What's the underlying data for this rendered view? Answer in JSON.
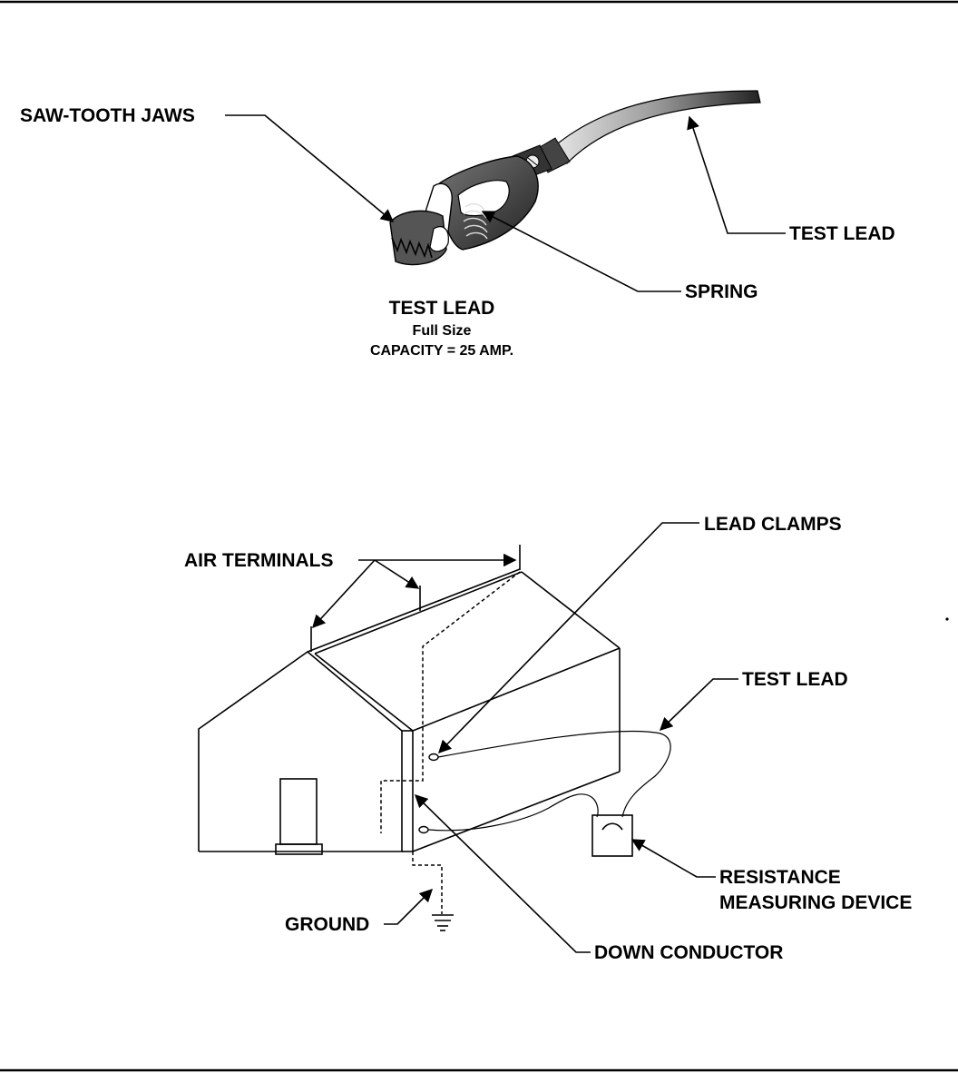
{
  "colors": {
    "ink": "#000000",
    "paper": "#ffffff"
  },
  "top_figure": {
    "labels": {
      "saw_tooth_jaws": "SAW-TOOTH JAWS",
      "test_lead": "TEST LEAD",
      "spring": "SPRING"
    },
    "caption": {
      "title": "TEST LEAD",
      "size": "Full Size",
      "capacity": "CAPACITY = 25 AMP."
    }
  },
  "bottom_figure": {
    "labels": {
      "air_terminals": "AIR TERMINALS",
      "lead_clamps": "LEAD CLAMPS",
      "test_lead": "TEST LEAD",
      "resistance_line1": "RESISTANCE",
      "resistance_line2": "MEASURING DEVICE",
      "ground": "GROUND",
      "down_conductor": "DOWN CONDUCTOR"
    }
  }
}
